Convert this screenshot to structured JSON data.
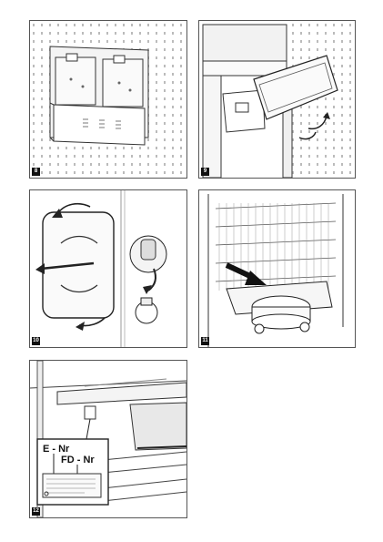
{
  "figures": [
    {
      "id": "fig-a",
      "num": "8"
    },
    {
      "id": "fig-b",
      "num": "9"
    },
    {
      "id": "fig-c",
      "num": "10"
    },
    {
      "id": "fig-d",
      "num": "11"
    },
    {
      "id": "fig-e",
      "num": "12"
    }
  ],
  "rating_label": {
    "e_nr": "E - Nr",
    "fd_nr": "FD - Nr"
  }
}
